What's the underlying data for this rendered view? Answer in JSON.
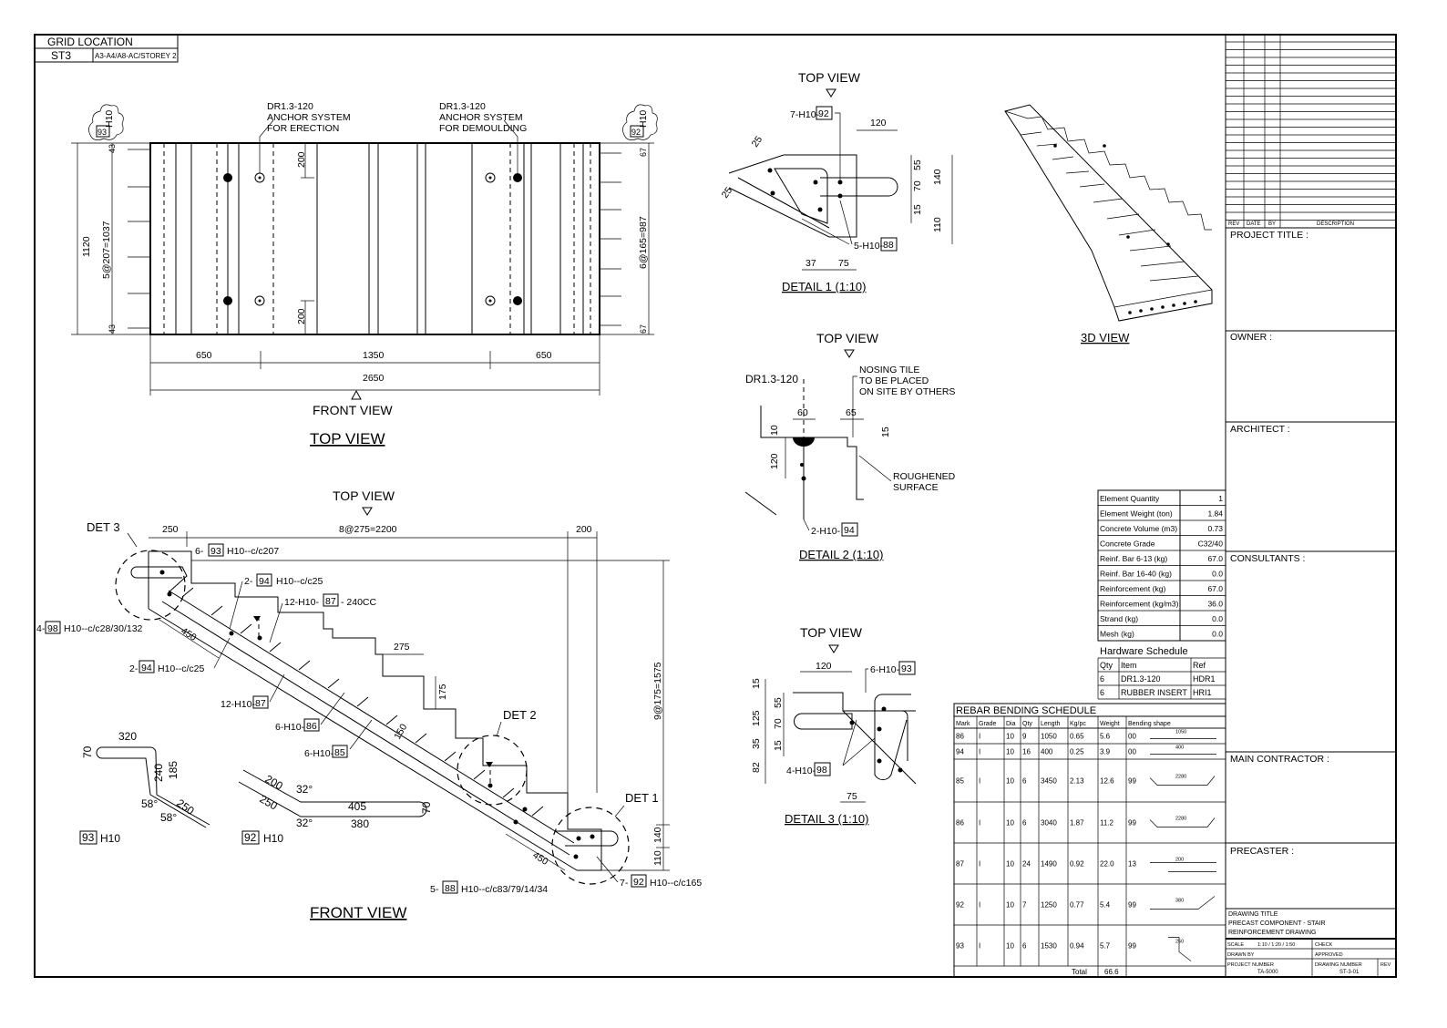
{
  "grid_location": {
    "header": "GRID LOCATION",
    "code": "ST3",
    "ref": "A3-A4/A8-AC/STOREY 2"
  },
  "top_view": {
    "title": "TOP VIEW",
    "front_view_label": "FRONT VIEW",
    "anchor_left": [
      "DR1.3-120",
      "ANCHOR SYSTEM",
      "FOR ERECTION"
    ],
    "anchor_right": [
      "DR1.3-120",
      "ANCHOR SYSTEM",
      "FOR DEMOULDING"
    ],
    "dim_200_top": "200",
    "dim_200_bot": "200",
    "dim_1120": "1120",
    "dim_left_pitch": "5@207=1037",
    "dim_right_pitch": "6@165=987",
    "dim_650a": "650",
    "dim_1350": "1350",
    "dim_650b": "650",
    "dim_2650": "2650",
    "bar_tag_left": "93",
    "bar_tag_left_prefix": "H10",
    "bar_tag_right": "92",
    "bar_tag_right_prefix": "H10",
    "small_43a": "43",
    "small_43b": "43",
    "small_67a": "67",
    "small_67b": "67"
  },
  "front_view": {
    "title": "FRONT VIEW",
    "top_view_label": "TOP VIEW",
    "det1": "DET 1",
    "det2": "DET 2",
    "det3": "DET 3",
    "dim_250": "250",
    "dim_pitch": "8@275=2200",
    "dim_200": "200",
    "dim_vert": "9@175=1575",
    "dim_275": "275",
    "dim_175": "175",
    "dim_150": "150",
    "dim_450a": "450",
    "dim_450b": "450",
    "dim_140": "140",
    "dim_110": "110",
    "callouts": [
      {
        "pre": "6-",
        "tag": "93",
        "post": "H10--c/c207"
      },
      {
        "pre": "2-",
        "tag": "94",
        "post": "H10--c/c25"
      },
      {
        "pre": "12-H10-",
        "tag": "87",
        "post": "- 240CC"
      },
      {
        "pre": "4-",
        "tag": "98",
        "post": "H10--c/c28/30/132"
      },
      {
        "pre": "2-",
        "tag": "94",
        "post": "H10--c/c25"
      },
      {
        "pre": "12-H10-",
        "tag": "87",
        "post": ""
      },
      {
        "pre": "6-H10-",
        "tag": "86",
        "post": ""
      },
      {
        "pre": "6-H10-",
        "tag": "85",
        "post": ""
      },
      {
        "pre": "5-",
        "tag": "88",
        "post": "H10--c/c83/79/14/34"
      },
      {
        "pre": "7-",
        "tag": "92",
        "post": "H10--c/c165"
      }
    ]
  },
  "shapes": {
    "s93": {
      "d320": "320",
      "d70": "70",
      "d240": "240",
      "d185": "185",
      "d250": "250",
      "a1": "58°",
      "a2": "58°",
      "tag": "93",
      "label": "H10"
    },
    "s92": {
      "d200": "200",
      "d250": "250",
      "a1": "32°",
      "a2": "32°",
      "d405": "405",
      "d380": "380",
      "d70": "70",
      "tag": "92",
      "label": "H10"
    }
  },
  "detail1": {
    "top": "TOP VIEW",
    "title": "DETAIL  1 (1:10)",
    "callout_top_pre": "7-H10-",
    "callout_top_tag": "92",
    "callout_bot_pre": "5-H10-",
    "callout_bot_tag": "88",
    "d120": "120",
    "d55": "55",
    "d70": "70",
    "d15": "15",
    "d140": "140",
    "d110": "110",
    "d37": "37",
    "d75": "75",
    "d25a": "25",
    "d25b": "25"
  },
  "detail2": {
    "top": "TOP VIEW",
    "title": "DETAIL  2 (1:10)",
    "anchor": "DR1.3-120",
    "nosing": [
      "NOSING TILE",
      "TO BE PLACED",
      "ON SITE BY OTHERS"
    ],
    "rough": [
      "ROUGHENED",
      "SURFACE"
    ],
    "d60": "60",
    "d65": "65",
    "d10": "10",
    "d15": "15",
    "d120": "120",
    "callout_pre": "2-H10-",
    "callout_tag": "94"
  },
  "detail3": {
    "top": "TOP VIEW",
    "title": "DETAIL  3 (1:10)",
    "d120": "120",
    "d15a": "15",
    "d125": "125",
    "d55": "55",
    "d70": "70",
    "d35": "35",
    "d15b": "15",
    "d82": "82",
    "d75": "75",
    "callout_top_pre": "6-H10-",
    "callout_top_tag": "93",
    "callout_bot_pre": "4-H10-",
    "callout_bot_tag": "98"
  },
  "view3d": {
    "label": "3D VIEW"
  },
  "element_table": [
    [
      "Element Quantity",
      "1"
    ],
    [
      "Element Weight (ton)",
      "1.84"
    ],
    [
      "Concrete Volume (m3)",
      "0.73"
    ],
    [
      "Concrete Grade",
      "C32/40"
    ],
    [
      "Reinf. Bar 6-13 (kg)",
      "67.0"
    ],
    [
      "Reinf. Bar 16-40 (kg)",
      "0.0"
    ],
    [
      "Reinforcement (kg)",
      "67.0"
    ],
    [
      "Reinforcement (kg/m3)",
      "36.0"
    ],
    [
      "Strand (kg)",
      "0.0"
    ],
    [
      "Mesh (kg)",
      "0.0"
    ]
  ],
  "hardware": {
    "title": "Hardware Schedule",
    "head": [
      "Qty",
      "Item",
      "Ref"
    ],
    "rows": [
      [
        "6",
        "DR1.3-120",
        "HDR1"
      ],
      [
        "6",
        "RUBBER INSERT",
        "HRI1"
      ]
    ]
  },
  "rebar": {
    "title": "REBAR BENDING SCHEDULE",
    "head": [
      "Mark",
      "Grade",
      "Dia",
      "Qty",
      "Length",
      "Kg/pc",
      "Weight",
      "Bending shape"
    ],
    "rows": [
      [
        "86",
        "I",
        "10",
        "9",
        "1050",
        "0.65",
        "5.6",
        "00",
        "1050"
      ],
      [
        "94",
        "I",
        "10",
        "16",
        "400",
        "0.25",
        "3.9",
        "00",
        "400"
      ],
      [
        "85",
        "I",
        "10",
        "6",
        "3450",
        "2.13",
        "12.6",
        "99",
        "2280"
      ],
      [
        "86",
        "I",
        "10",
        "6",
        "3040",
        "1.87",
        "11.2",
        "99",
        "2280"
      ],
      [
        "87",
        "I",
        "10",
        "24",
        "1490",
        "0.92",
        "22.0",
        "13",
        "200"
      ],
      [
        "92",
        "I",
        "10",
        "7",
        "1250",
        "0.77",
        "5.4",
        "99",
        "380"
      ],
      [
        "93",
        "I",
        "10",
        "6",
        "1530",
        "0.94",
        "5.7",
        "99",
        "250"
      ]
    ],
    "total_label": "Total",
    "total": "66.6"
  },
  "title_block": {
    "rev_head": [
      "REV",
      "DATE",
      "BY",
      "DESCRIPTION"
    ],
    "sections": [
      "PROJECT TITLE :",
      "OWNER :",
      "ARCHITECT :",
      "CONSULTANTS :",
      "MAIN CONTRACTOR :",
      "PRECASTER :"
    ],
    "drawing_title": [
      "DRAWING TITLE",
      "PRECAST COMPONENT - STAIR",
      "REINFORCEMENT DRAWING"
    ],
    "scale_label": "SCALE",
    "scale_val": "1:10 / 1:20 / 1:50",
    "check_label": "CHECK",
    "drawn_label": "DRAWN BY",
    "approved_label": "APPROVED",
    "project_label": "PROJECT NUMBER",
    "project_val": "TA-5000",
    "drg_label": "DRAWING NUMBER",
    "drg_val": "ST-3-01",
    "rev_label": "REV"
  }
}
